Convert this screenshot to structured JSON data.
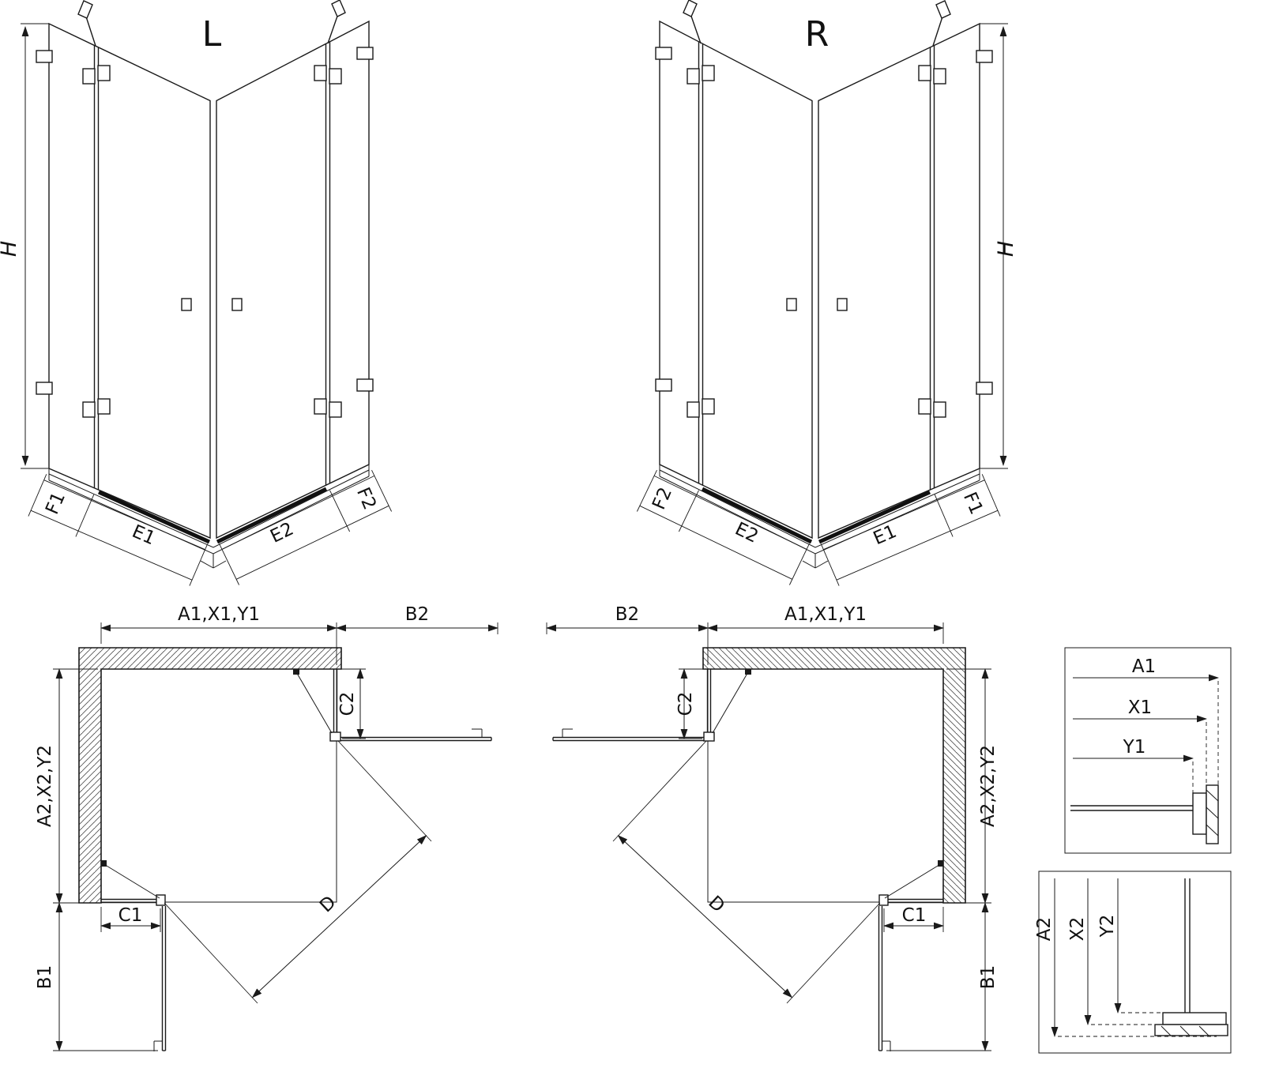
{
  "colors": {
    "line": "#1a1a1a",
    "background": "#ffffff"
  },
  "front_left": {
    "variant": "L",
    "height": "H",
    "bottom": {
      "f1": "F1",
      "e1": "E1",
      "e2": "E2",
      "f2": "F2"
    }
  },
  "front_right": {
    "variant": "R",
    "height": "H",
    "bottom": {
      "f1": "F1",
      "e1": "E1",
      "e2": "E2",
      "f2": "F2"
    }
  },
  "plan_left": {
    "top_width": "A1,X1,Y1",
    "door_proj_top": "B2",
    "fixed_right": "C2",
    "side_depth": "A2,X2,Y2",
    "fixed_bottom": "C1",
    "door_proj_side": "B1",
    "diagonal": "D"
  },
  "plan_right": {
    "top_width": "A1,X1,Y1",
    "door_proj_top": "B2",
    "fixed_right": "C2",
    "side_depth": "A2,X2,Y2",
    "fixed_bottom": "C1",
    "door_proj_side": "B1",
    "diagonal": "D"
  },
  "detail_widths": {
    "a1": "A1",
    "x1": "X1",
    "y1": "Y1"
  },
  "detail_depths": {
    "a2": "A2",
    "x2": "X2",
    "y2": "Y2"
  }
}
